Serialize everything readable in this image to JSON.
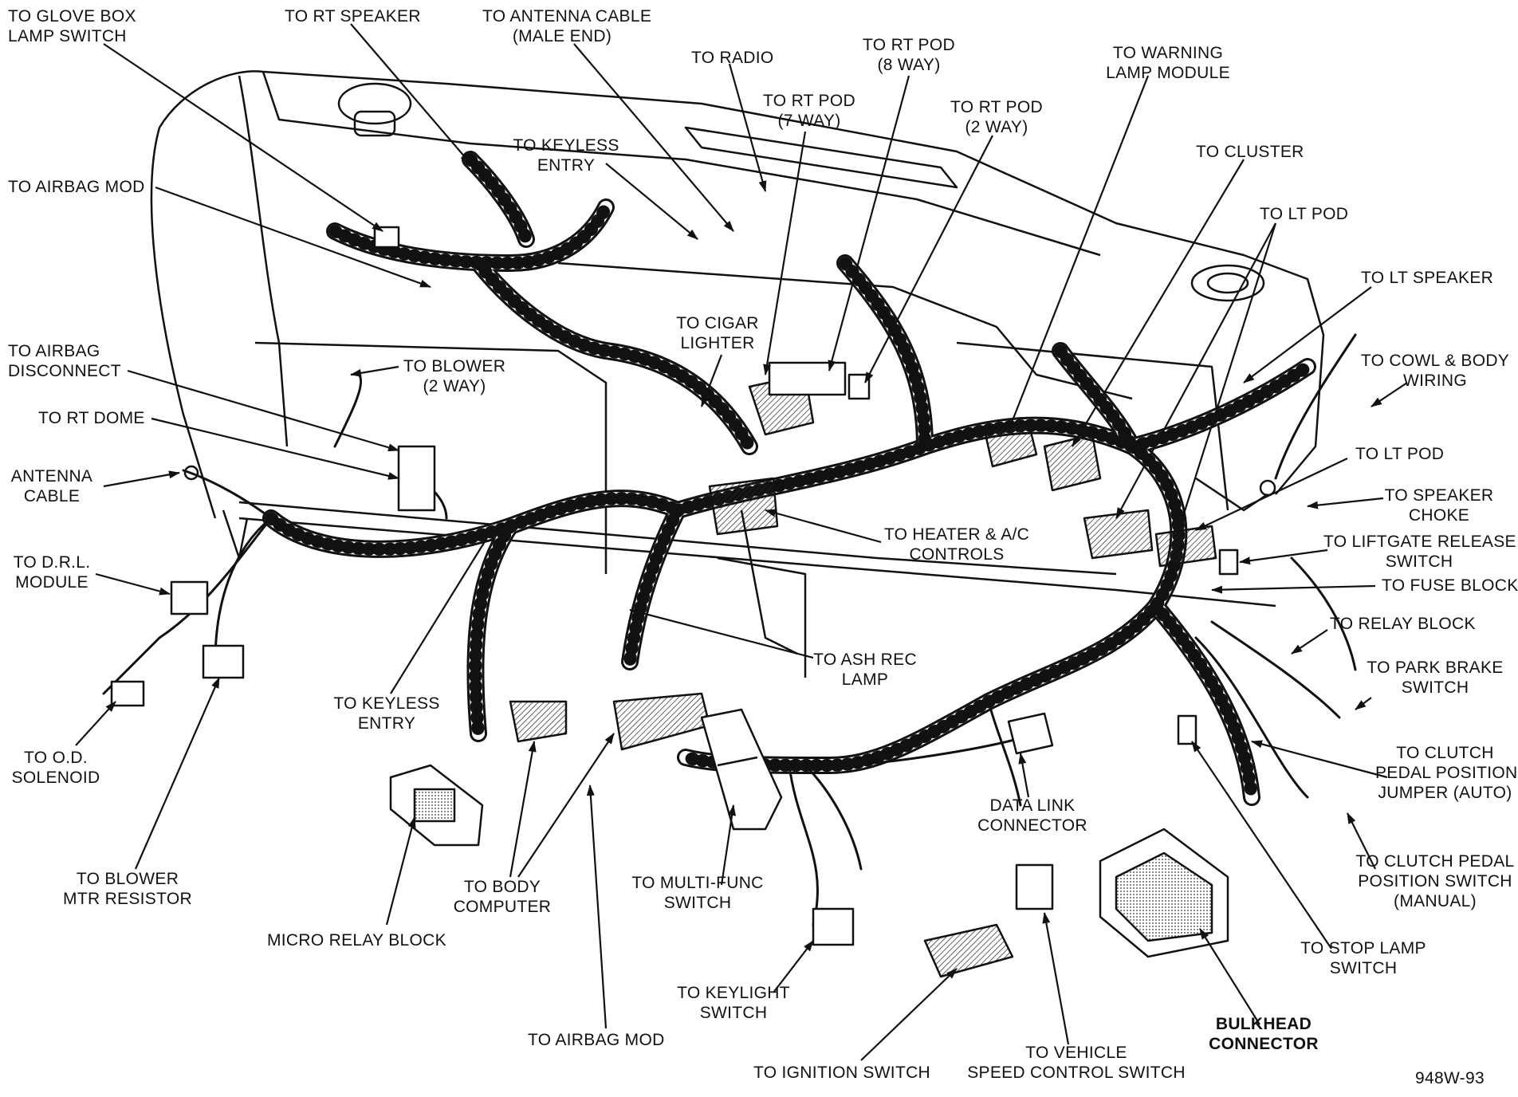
{
  "labels": {
    "glove_box": "TO GLOVE BOX\nLAMP SWITCH",
    "rt_speaker": "TO RT SPEAKER",
    "antenna_cable_male": "TO ANTENNA CABLE\n(MALE END)",
    "radio": "TO RADIO",
    "rt_pod_8": "TO RT POD\n(8 WAY)",
    "rt_pod_7": "TO RT POD\n(7 WAY)",
    "rt_pod_2": "TO RT POD\n(2 WAY)",
    "warning_lamp": "TO WARNING\nLAMP MODULE",
    "cluster": "TO CLUSTER",
    "lt_pod_top": "TO LT POD",
    "lt_speaker": "TO LT SPEAKER",
    "cowl_body": "TO COWL & BODY\nWIRING",
    "lt_pod_mid": "TO LT POD",
    "speaker_choke": "TO SPEAKER\nCHOKE",
    "liftgate": "TO LIFTGATE RELEASE\nSWITCH",
    "fuse_block": "TO FUSE BLOCK",
    "relay_block": "TO RELAY BLOCK",
    "park_brake": "TO PARK BRAKE\nSWITCH",
    "clutch_jumper": "TO CLUTCH\nPEDAL POSITION\nJUMPER (AUTO)",
    "clutch_switch": "TO CLUTCH PEDAL\nPOSITION SWITCH\n(MANUAL)",
    "stop_lamp": "TO STOP LAMP\nSWITCH",
    "bulkhead": "BULKHEAD\nCONNECTOR",
    "figure_id": "948W-93",
    "vehicle_speed": "TO VEHICLE\nSPEED CONTROL SWITCH",
    "ignition": "TO IGNITION SWITCH",
    "keylight": "TO KEYLIGHT\nSWITCH",
    "airbag_mod_bottom": "TO AIRBAG MOD",
    "multi_func": "TO MULTI-FUNC\nSWITCH",
    "body_computer": "TO BODY\nCOMPUTER",
    "micro_relay": "MICRO RELAY BLOCK",
    "data_link": "DATA LINK\nCONNECTOR",
    "ash_rec": "TO ASH REC\nLAMP",
    "heater_ac": "TO HEATER & A/C\nCONTROLS",
    "keyless_bottom": "TO KEYLESS\nENTRY",
    "blower_mtr": "TO BLOWER\nMTR RESISTOR",
    "od_solenoid": "TO O.D.\nSOLENOID",
    "drl_module": "TO D.R.L.\nMODULE",
    "antenna_cable": "ANTENNA\nCABLE",
    "rt_dome": "TO RT DOME",
    "airbag_disconnect": "TO AIRBAG\nDISCONNECT",
    "blower_2way": "TO BLOWER\n(2 WAY)",
    "cigar_lighter": "TO CIGAR\nLIGHTER",
    "keyless_top": "TO KEYLESS\nENTRY",
    "airbag_mod_top": "TO AIRBAG MOD"
  }
}
